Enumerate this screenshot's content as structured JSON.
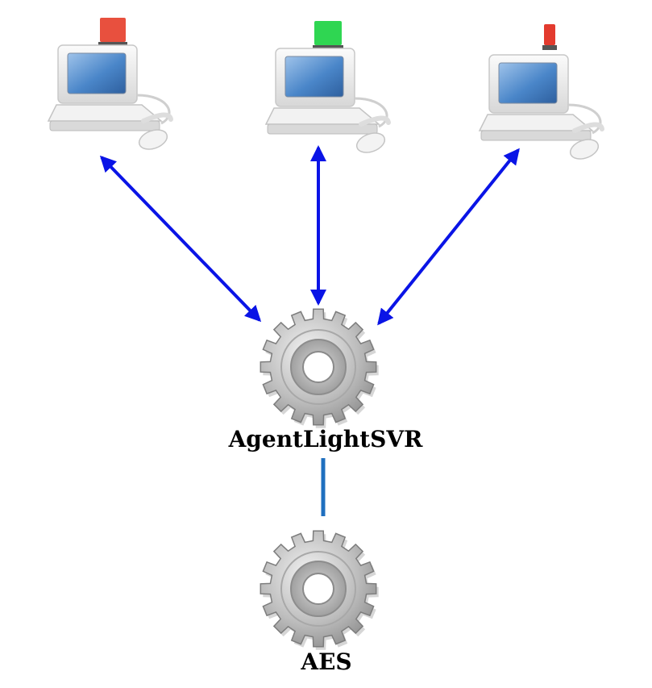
{
  "diagram": {
    "nodes": {
      "server": {
        "label": "AgentLightSVR",
        "icon": "gear-icon"
      },
      "aes": {
        "label": "AES",
        "icon": "gear-icon"
      },
      "workstations": [
        {
          "icon": "computer-icon",
          "status_light_color": "#e8503e"
        },
        {
          "icon": "computer-icon",
          "status_light_color": "#2fd652"
        },
        {
          "icon": "computer-icon",
          "status_light_color": "#e33b2e"
        }
      ]
    },
    "connectors": {
      "workstation_to_server": {
        "style": "bidirectional-arrow",
        "color": "#0a14e6"
      },
      "server_to_aes": {
        "style": "line",
        "color": "#1f6fbf"
      }
    }
  }
}
